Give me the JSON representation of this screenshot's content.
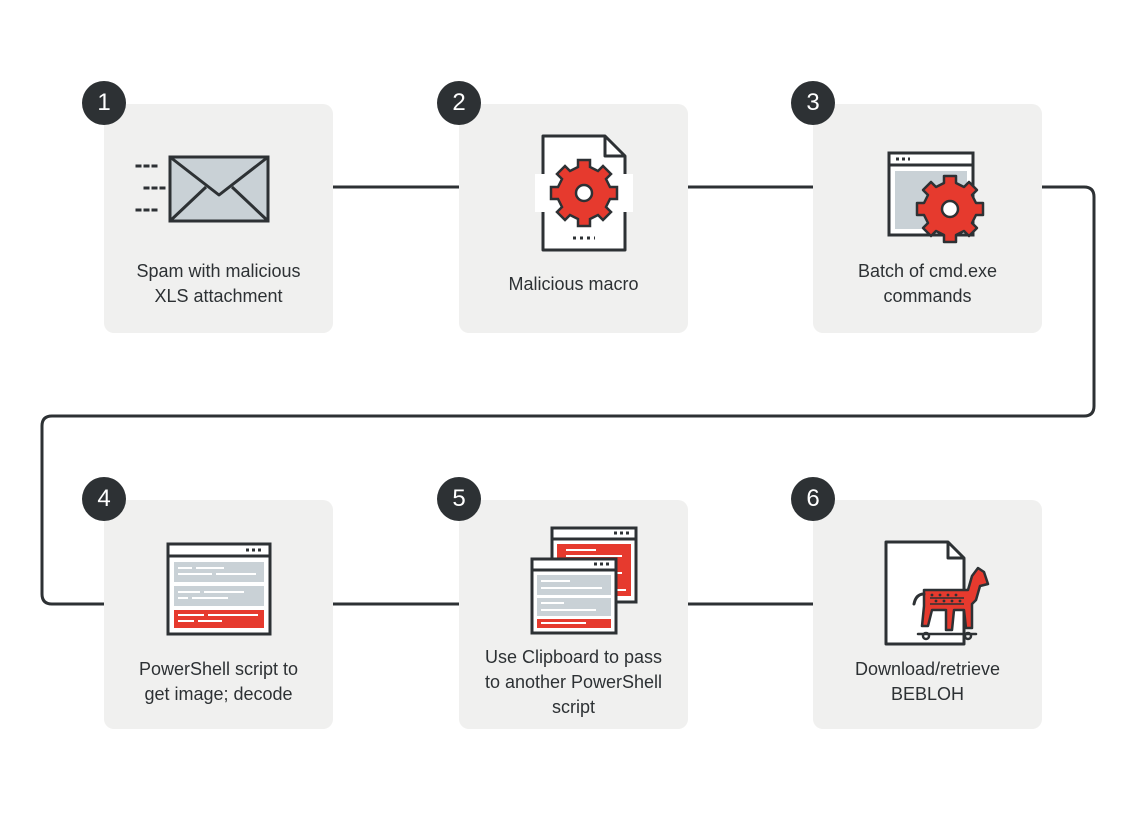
{
  "colors": {
    "card_bg": "#f0f0ef",
    "badge_bg": "#2d3134",
    "line": "#2d3134",
    "accent": "#e63a2e",
    "icon_fill": "#c9d1d6"
  },
  "steps": [
    {
      "number": "1",
      "label": "Spam with malicious\nXLS attachment",
      "icon": "envelope-icon"
    },
    {
      "number": "2",
      "label": "Malicious macro",
      "icon": "macro-document-icon"
    },
    {
      "number": "3",
      "label": "Batch of cmd.exe\ncommands",
      "icon": "window-gear-icon"
    },
    {
      "number": "4",
      "label": "PowerShell script to\nget image; decode",
      "icon": "script-window-icon"
    },
    {
      "number": "5",
      "label": "Use Clipboard to pass\nto another PowerShell\nscript",
      "icon": "stacked-windows-icon"
    },
    {
      "number": "6",
      "label": "Download/retrieve\nBEBLOH",
      "icon": "trojan-horse-file-icon"
    }
  ]
}
